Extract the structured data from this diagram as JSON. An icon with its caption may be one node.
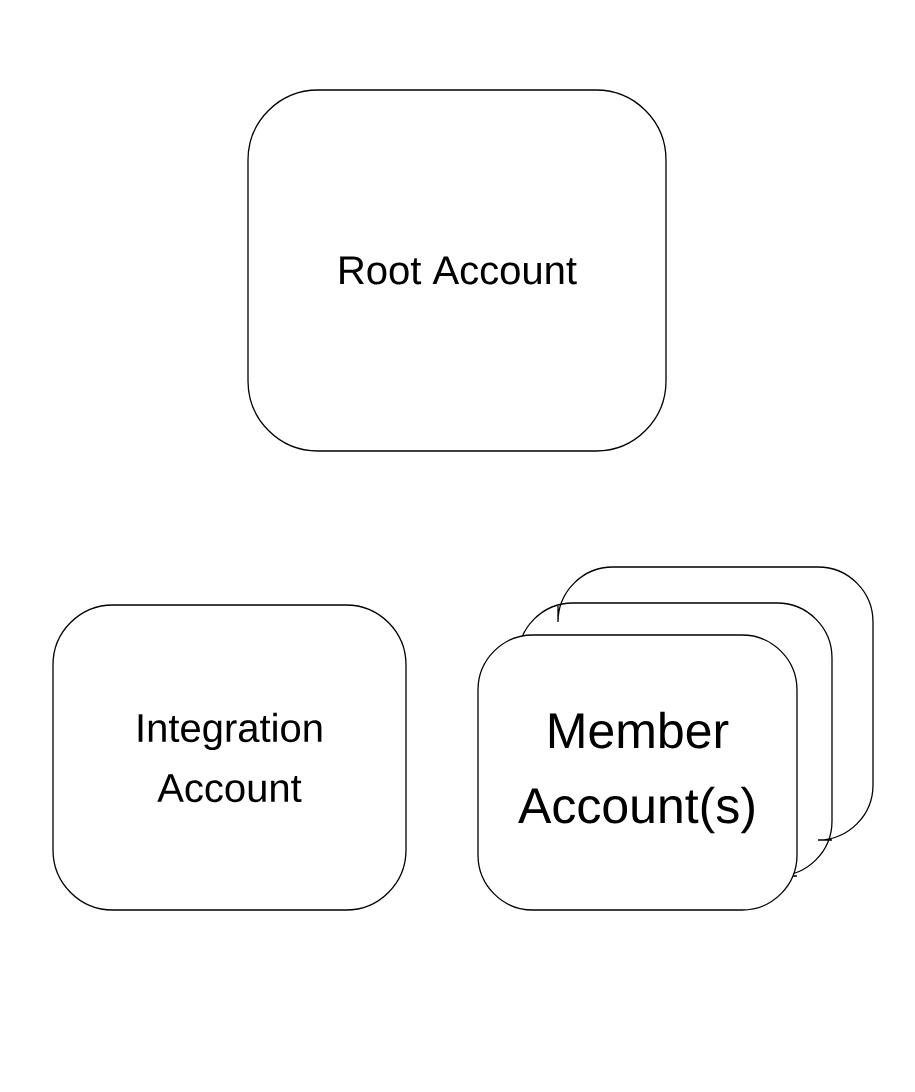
{
  "diagram": {
    "nodes": [
      {
        "text": [
          "Root Account"
        ]
      },
      {
        "text": [
          "Integration Account"
        ]
      },
      {
        "text": [
          "Member Account(s)"
        ]
      }
    ]
  }
}
